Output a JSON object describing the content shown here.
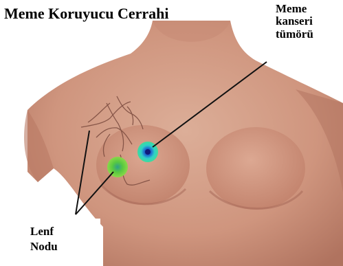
{
  "title": "Meme Koruyucu Cerrahi",
  "labels": {
    "tumor": [
      "Meme",
      "kanseri",
      "tümörü"
    ],
    "lymph_node": [
      "Lenf",
      "Nodu"
    ]
  },
  "colors": {
    "skin_light": "#d9a38c",
    "skin_mid": "#c98a73",
    "skin_dark": "#a86a57",
    "tumor_outer": "#2fd0c8",
    "tumor_core": "#1a2a9a",
    "node_outer": "#57c93a",
    "node_core": "#3ab35a",
    "pointer_line": "#111111",
    "lymph_vessels": "#7a4a3e"
  }
}
